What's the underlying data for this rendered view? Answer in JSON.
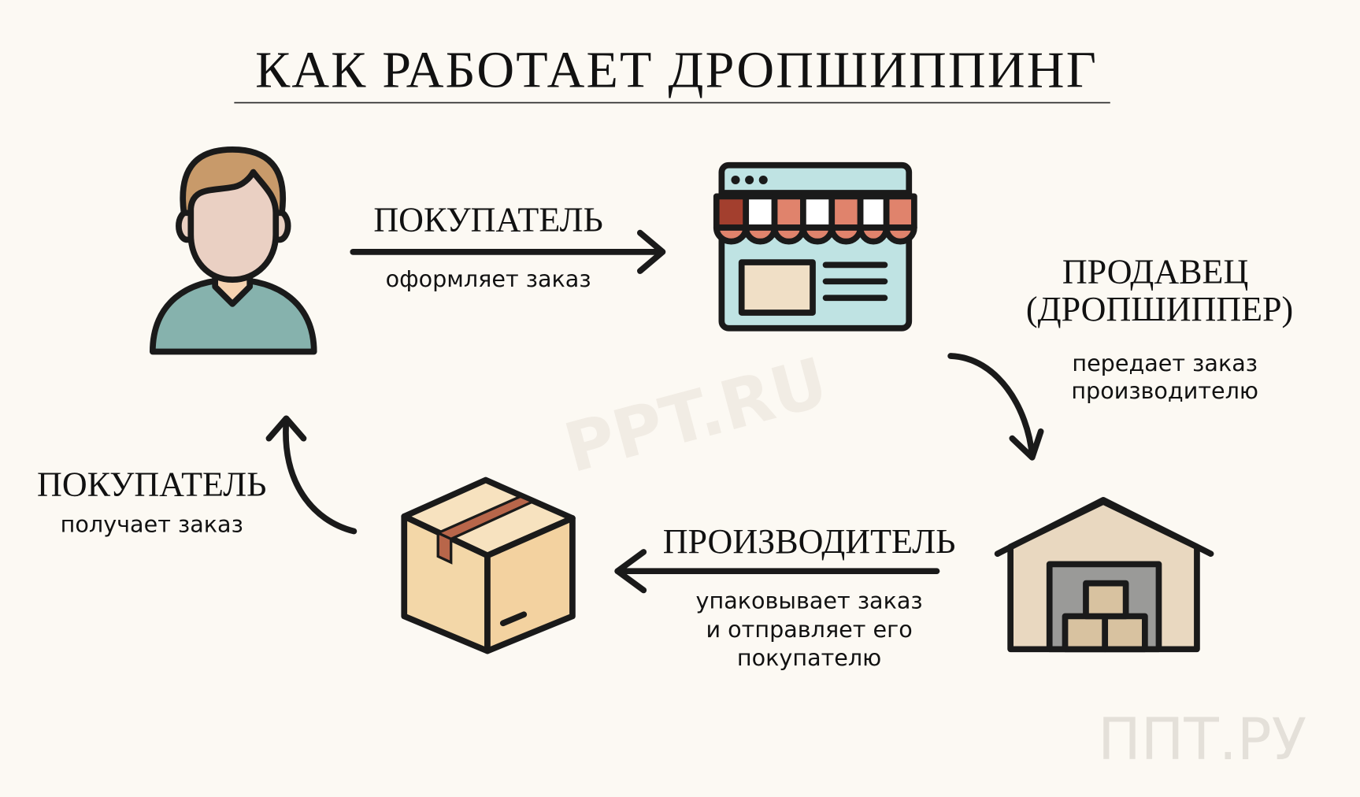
{
  "title": "КАК РАБОТАЕТ ДРОПШИППИНГ",
  "steps": {
    "buyer_orders": {
      "heading": "ПОКУПАТЕЛЬ",
      "text": "оформляет заказ"
    },
    "seller": {
      "heading_line1": "ПРОДАВЕЦ",
      "heading_line2": "(ДРОПШИППЕР)",
      "text_line1": "передает заказ",
      "text_line2": "производителю"
    },
    "manufacturer": {
      "heading": "ПРОИЗВОДИТЕЛЬ",
      "text_line1": "упаковывает заказ",
      "text_line2": "и отправляет его",
      "text_line3": "покупателю"
    },
    "buyer_receives": {
      "heading": "ПОКУПАТЕЛЬ",
      "text": "получает заказ"
    }
  },
  "watermarks": {
    "center": "PPT.RU",
    "corner": "ППТ.РУ"
  },
  "icons": [
    "person-icon",
    "online-shop-icon",
    "warehouse-icon",
    "parcel-box-icon"
  ],
  "colors": {
    "background": "#fcf9f3",
    "ink": "#1a1a1a",
    "shirt": "#86b2ad",
    "shop": "#bfe3e3",
    "awning_red": "#e0836c",
    "box": "#f3d7a8",
    "warehouse": "#e9d8c0"
  }
}
